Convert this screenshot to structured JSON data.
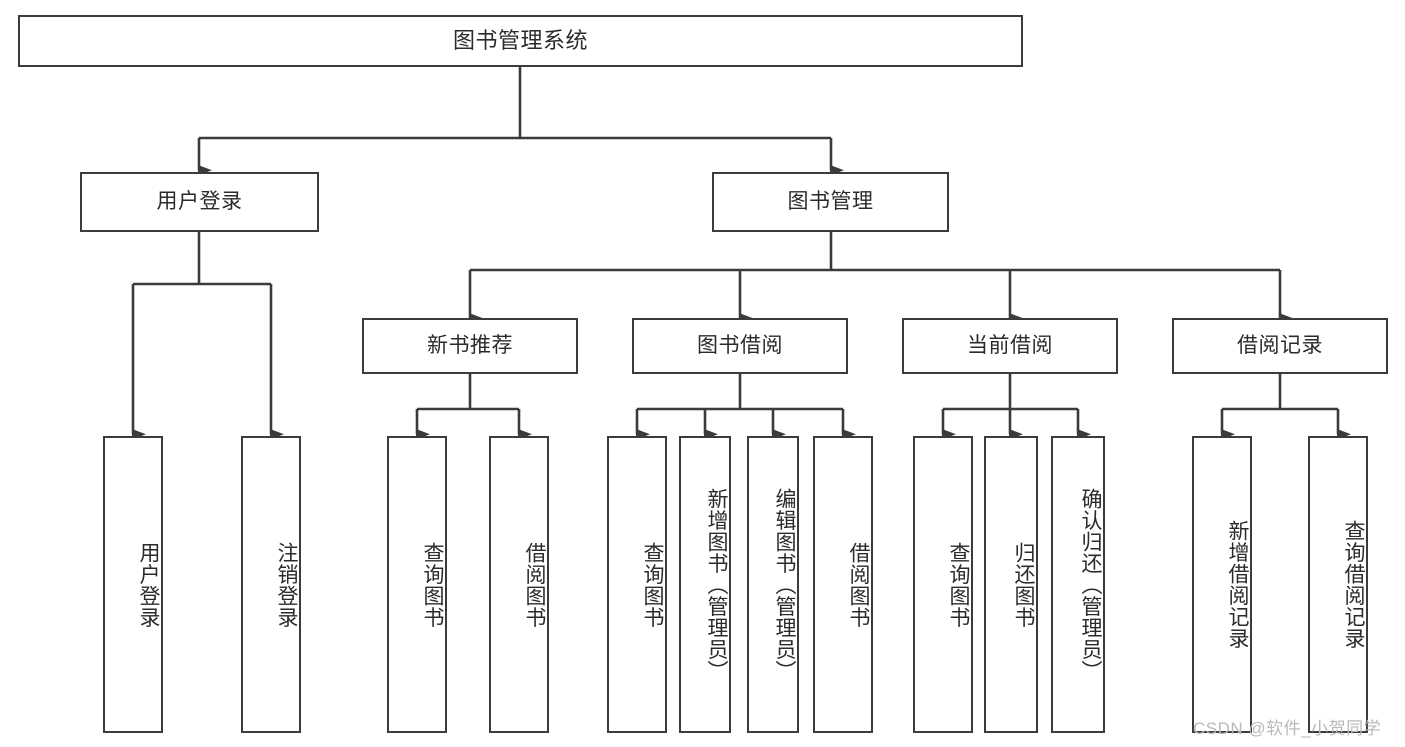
{
  "diagram": {
    "title": "图书管理系统",
    "type": "功能结构图",
    "levels": {
      "root": {
        "label": "图书管理系统"
      },
      "level2": [
        {
          "id": "user-login",
          "label": "用户登录"
        },
        {
          "id": "book-manage",
          "label": "图书管理"
        }
      ],
      "level3": [
        {
          "id": "new-book-recommend",
          "label": "新书推荐"
        },
        {
          "id": "book-borrow",
          "label": "图书借阅"
        },
        {
          "id": "current-borrow",
          "label": "当前借阅"
        },
        {
          "id": "borrow-record",
          "label": "借阅记录"
        }
      ],
      "leaves": [
        {
          "id": "leaf-user-login",
          "label": "用户登录",
          "parent": "user-login"
        },
        {
          "id": "leaf-user-logout",
          "label": "注销登录",
          "parent": "user-login"
        },
        {
          "id": "leaf-query-book-1",
          "label": "查询图书",
          "parent": "new-book-recommend"
        },
        {
          "id": "leaf-borrow-book-1",
          "label": "借阅图书",
          "parent": "new-book-recommend"
        },
        {
          "id": "leaf-query-book-2",
          "label": "查询图书",
          "parent": "book-borrow"
        },
        {
          "id": "leaf-add-book",
          "label": "新增图书（管理员）",
          "parent": "book-borrow"
        },
        {
          "id": "leaf-edit-book",
          "label": "编辑图书（管理员）",
          "parent": "book-borrow"
        },
        {
          "id": "leaf-borrow-book-2",
          "label": "借阅图书",
          "parent": "book-borrow"
        },
        {
          "id": "leaf-query-book-3",
          "label": "查询图书",
          "parent": "current-borrow"
        },
        {
          "id": "leaf-return-book",
          "label": "归还图书",
          "parent": "current-borrow"
        },
        {
          "id": "leaf-confirm-return",
          "label": "确认归还（管理员）",
          "parent": "current-borrow"
        },
        {
          "id": "leaf-add-record",
          "label": "新增借阅记录",
          "parent": "borrow-record"
        },
        {
          "id": "leaf-query-record",
          "label": "查询借阅记录",
          "parent": "borrow-record"
        }
      ]
    },
    "colors": {
      "stroke": "#3b3b3b",
      "fill": "#ffffff",
      "text": "#2b2b2b",
      "watermark": "#b9b9b9"
    }
  },
  "watermark": {
    "text": "CSDN @软件_小贺同学"
  }
}
